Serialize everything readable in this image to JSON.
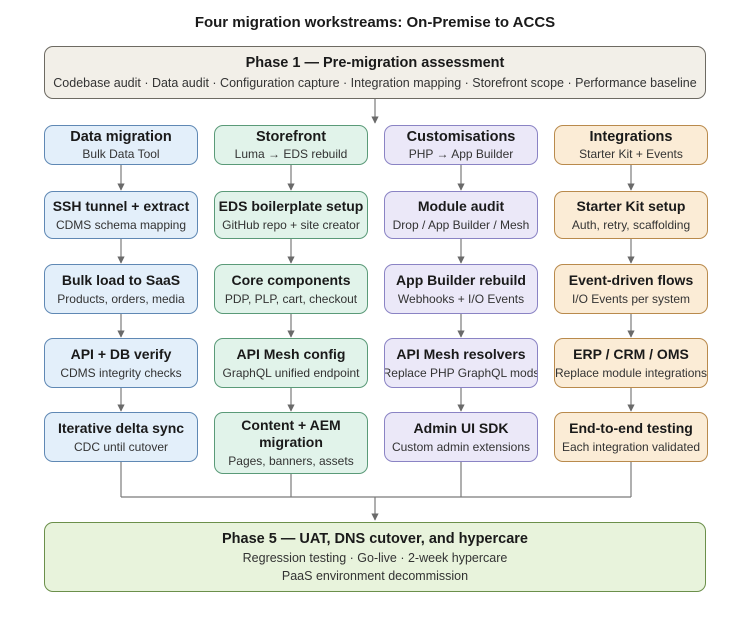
{
  "title": "Four migration workstreams: On-Premise to ACCS",
  "colors": {
    "phase1_fill": "#f2efe8",
    "phase1_border": "#6d6a62",
    "phase5_fill": "#e8f3dc",
    "phase5_border": "#6b8f4a",
    "data_fill": "#e3effa",
    "data_border": "#5f88b4",
    "storefront_fill": "#e1f3ea",
    "storefront_border": "#5a9a78",
    "custom_fill": "#ebe8f8",
    "custom_border": "#8a83c4",
    "integrations_fill": "#fbecd6",
    "integrations_border": "#b98a4c",
    "connector": "#7a7a7a"
  },
  "phase1": {
    "title": "Phase 1 — Pre-migration assessment",
    "subtitle": "Codebase audit · Data audit · Configuration capture · Integration mapping · Storefront scope · Performance baseline"
  },
  "columns": [
    {
      "id": "data",
      "title": "Data migration",
      "subtitle": "Bulk Data Tool",
      "steps": [
        {
          "title": "SSH tunnel + extract",
          "subtitle": "CDMS schema mapping"
        },
        {
          "title": "Bulk load to SaaS",
          "subtitle": "Products, orders, media"
        },
        {
          "title": "API + DB verify",
          "subtitle": "CDMS integrity checks"
        },
        {
          "title": "Iterative delta sync",
          "subtitle": "CDC until cutover"
        }
      ]
    },
    {
      "id": "storefront",
      "title": "Storefront",
      "subtitle": "Luma → EDS rebuild",
      "steps": [
        {
          "title": "EDS boilerplate setup",
          "subtitle": "GitHub repo + site creator"
        },
        {
          "title": "Core components",
          "subtitle": "PDP, PLP, cart, checkout"
        },
        {
          "title": "API Mesh config",
          "subtitle": "GraphQL unified endpoint"
        },
        {
          "title": "Content + AEM migration",
          "subtitle": "Pages, banners, assets"
        }
      ]
    },
    {
      "id": "custom",
      "title": "Customisations",
      "subtitle": "PHP → App Builder",
      "steps": [
        {
          "title": "Module audit",
          "subtitle": "Drop / App Builder / Mesh"
        },
        {
          "title": "App Builder rebuild",
          "subtitle": "Webhooks + I/O Events"
        },
        {
          "title": "API Mesh resolvers",
          "subtitle": "Replace PHP GraphQL mods"
        },
        {
          "title": "Admin UI SDK",
          "subtitle": "Custom admin extensions"
        }
      ]
    },
    {
      "id": "integrations",
      "title": "Integrations",
      "subtitle": "Starter Kit + Events",
      "steps": [
        {
          "title": "Starter Kit setup",
          "subtitle": "Auth, retry, scaffolding"
        },
        {
          "title": "Event-driven flows",
          "subtitle": "I/O Events per system"
        },
        {
          "title": "ERP / CRM / OMS",
          "subtitle": "Replace module integrations"
        },
        {
          "title": "End-to-end testing",
          "subtitle": "Each integration validated"
        }
      ]
    }
  ],
  "phase5": {
    "title": "Phase 5 — UAT, DNS cutover, and hypercare",
    "line1": "Regression testing · Go-live · 2-week hypercare",
    "line2": "PaaS environment decommission"
  }
}
